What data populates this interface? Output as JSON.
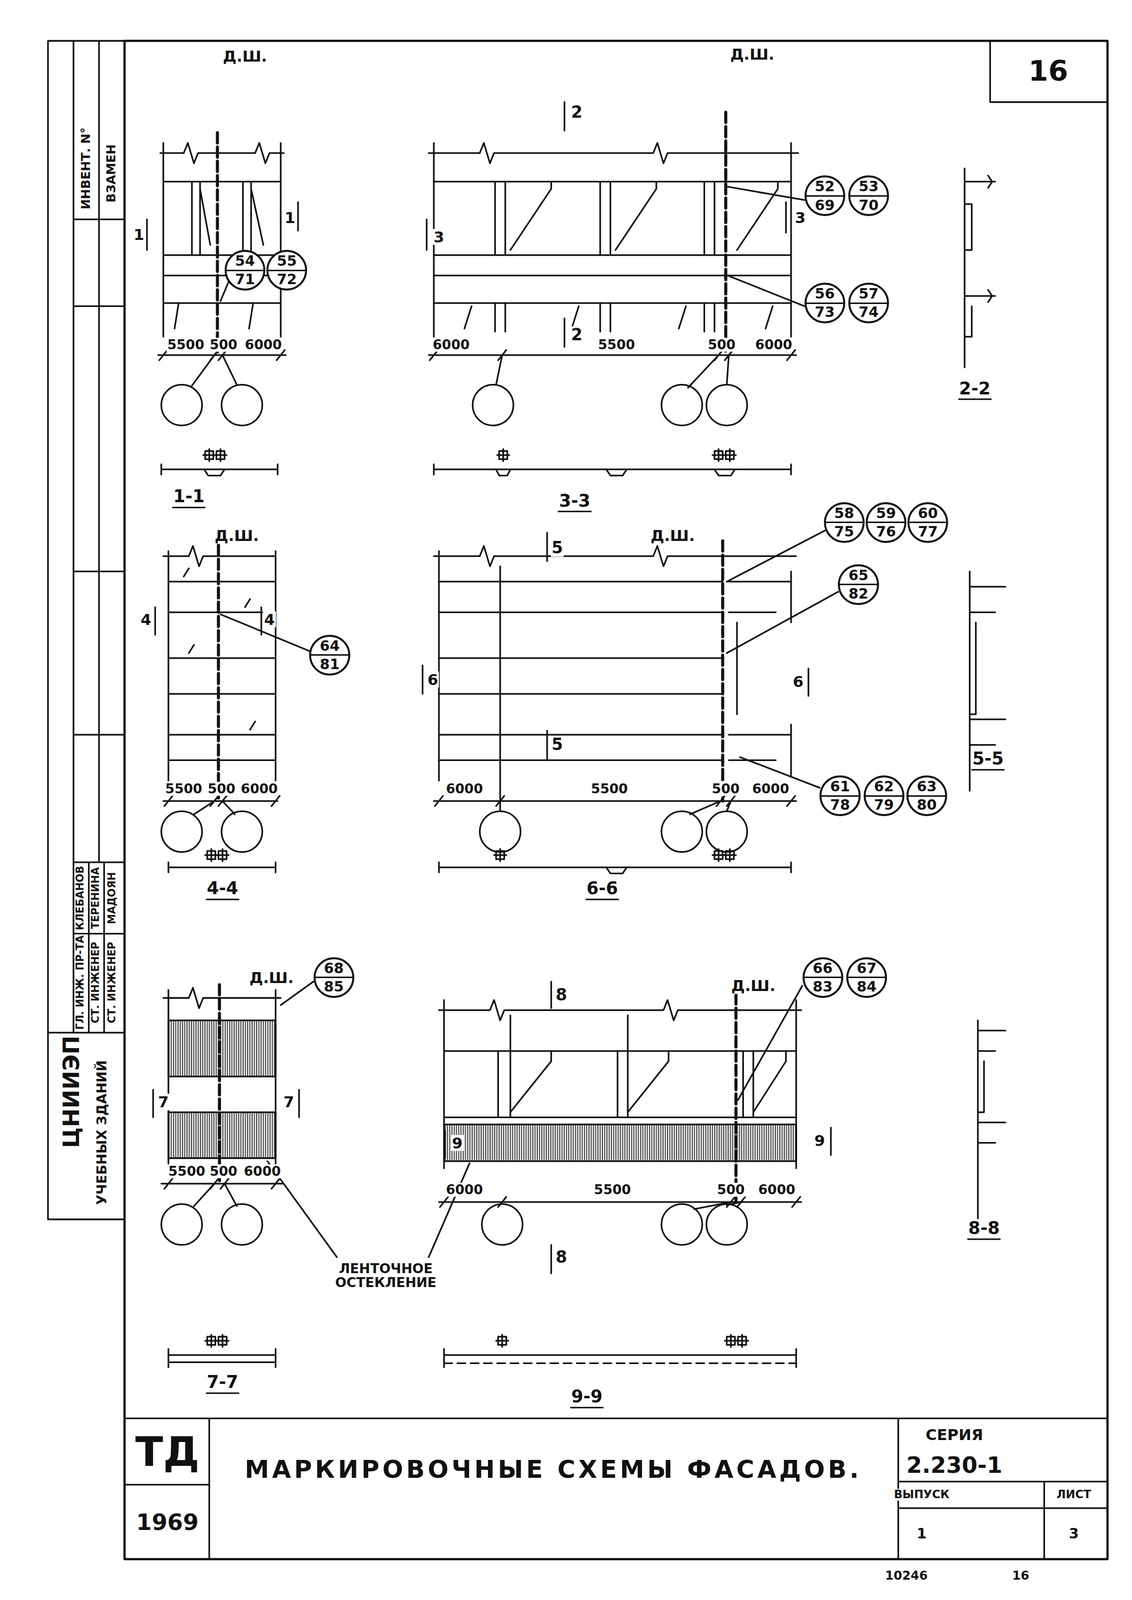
{
  "diagram": {
    "title": "МАРКИРОВОЧНЫЕ СХЕМЫ ФАСАДОВ.",
    "nodes": [
      {
        "text": [
          "54",
          "71"
        ]
      },
      {
        "text": [
          "55",
          "72"
        ]
      },
      {
        "text": [
          "52",
          "69"
        ]
      },
      {
        "text": [
          "53",
          "70"
        ]
      },
      {
        "text": [
          "56",
          "73"
        ]
      },
      {
        "text": [
          "57",
          "74"
        ]
      },
      {
        "text": [
          "64",
          "81"
        ]
      },
      {
        "text": [
          "58",
          "75"
        ]
      },
      {
        "text": [
          "59",
          "76"
        ]
      },
      {
        "text": [
          "60",
          "77"
        ]
      },
      {
        "text": [
          "65",
          "82"
        ]
      },
      {
        "text": [
          "61",
          "78"
        ]
      },
      {
        "text": [
          "62",
          "79"
        ]
      },
      {
        "text": [
          "63",
          "80"
        ]
      },
      {
        "text": [
          "68",
          "85"
        ]
      },
      {
        "text": [
          "66",
          "83"
        ]
      },
      {
        "text": [
          "67",
          "84"
        ]
      }
    ],
    "labels": [
      "16",
      "Д.Ш.",
      "1",
      "1",
      "5500",
      "500",
      "6000",
      "1-1",
      "2",
      "Д.Ш.",
      "3",
      "3",
      "2",
      "6000",
      "5500",
      "500",
      "6000",
      "3-3",
      "2-2",
      "Д.Ш.",
      "4",
      "4",
      "5500",
      "500",
      "6000",
      "4-4",
      "5",
      "Д.Ш.",
      "6",
      "6",
      "6000",
      "5500",
      "500",
      "6000",
      "5",
      "6-6",
      "5-5",
      "Д.Ш.",
      "7",
      "7",
      "5500",
      "500",
      "6000",
      "7-7",
      "ЛЕНТОЧНОЕ ОСТЕКЛЕНИЕ",
      "8",
      "Д.Ш.",
      "9",
      "9",
      "6000",
      "5500",
      "500",
      "6000",
      "8",
      "9-9",
      "8-8",
      "ИНВЕНТ. N°",
      "ВЗАМЕН",
      "ГЛ. ИНЖ. ПР-ТА",
      "КЛЕБАНОВ",
      "СТ. ИНЖЕНЕР",
      "ТЕРЕНИНА",
      "СТ. ИНЖЕНЕР",
      "МАДОЯН",
      "ЦНИИЭП",
      "УЧЕБНЫХ ЗДАНИЙ",
      "ТД",
      "1969",
      "СЕРИЯ",
      "2.230-1",
      "ВЫПУСК",
      "ЛИСТ",
      "1",
      "3",
      "10246",
      "16"
    ]
  }
}
